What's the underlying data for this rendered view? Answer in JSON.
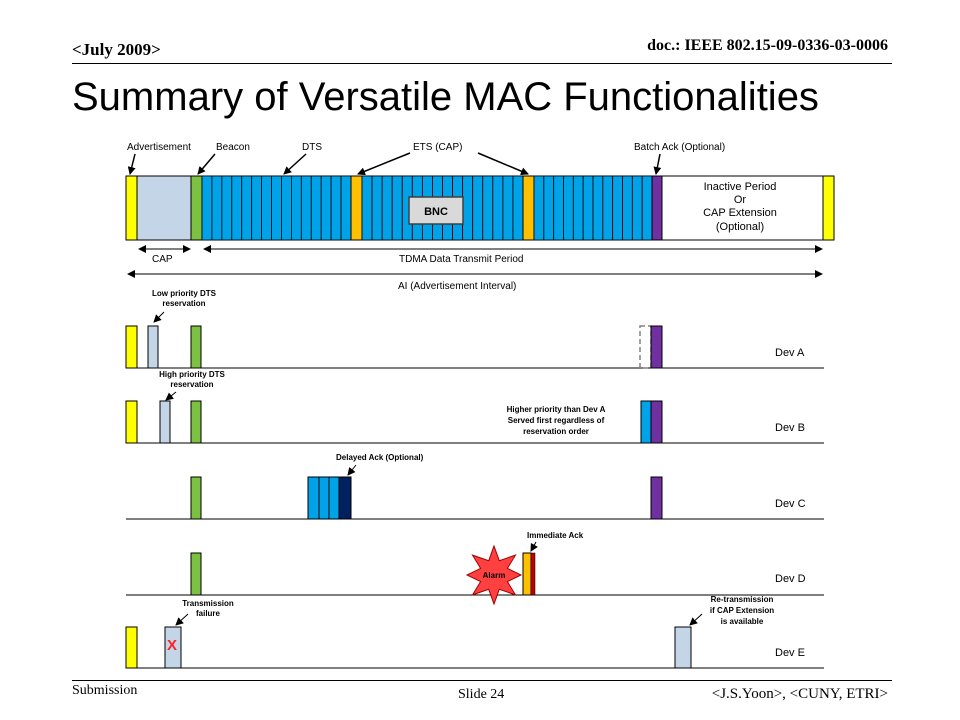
{
  "header": {
    "date": "<July 2009>",
    "doc": "doc.: IEEE 802.15-09-0336-03-0006"
  },
  "title": "Summary of Versatile MAC Functionalities",
  "diagram": {
    "top_labels": {
      "advertisement": "Advertisement",
      "beacon": "Beacon",
      "dts": "DTS",
      "ets": "ETS (CAP)",
      "batch_ack": "Batch Ack (Optional)"
    },
    "bnc": "BNC",
    "inactive": [
      "Inactive Period",
      "Or",
      "CAP Extension",
      "(Optional)"
    ],
    "cap": "CAP",
    "tdma": "TDMA Data Transmit Period",
    "ai": "AI (Advertisement Interval)",
    "annotations": {
      "low_priority": [
        "Low priority DTS",
        "reservation"
      ],
      "high_priority": [
        "High priority DTS",
        "reservation"
      ],
      "higher_priority": [
        "Higher priority than Dev A",
        "Served first regardless of",
        "reservation order"
      ],
      "delayed_ack": "Delayed Ack (Optional)",
      "immediate_ack": "Immediate Ack",
      "alarm": "Alarm",
      "tx_failure": [
        "Transmission",
        "failure"
      ],
      "x_mark": "X",
      "retransmission": [
        "Re-transmission",
        "if CAP Extension",
        "is available"
      ]
    },
    "devices": [
      "Dev A",
      "Dev B",
      "Dev C",
      "Dev D",
      "Dev E"
    ],
    "colors": {
      "advertisement": "#ffff00",
      "beacon": "#7cc142",
      "dts": "#00a2e8",
      "ets": "#ffc000",
      "batch_ack": "#7030a0",
      "cap": "#c5d5e8",
      "delayed_ack": "#002060",
      "immediate_ack": "#c00000",
      "alarm": "#ff4040"
    }
  },
  "footer": {
    "left": "Submission",
    "center": "Slide 24",
    "right": "<J.S.Yoon>, <CUNY, ETRI>"
  }
}
